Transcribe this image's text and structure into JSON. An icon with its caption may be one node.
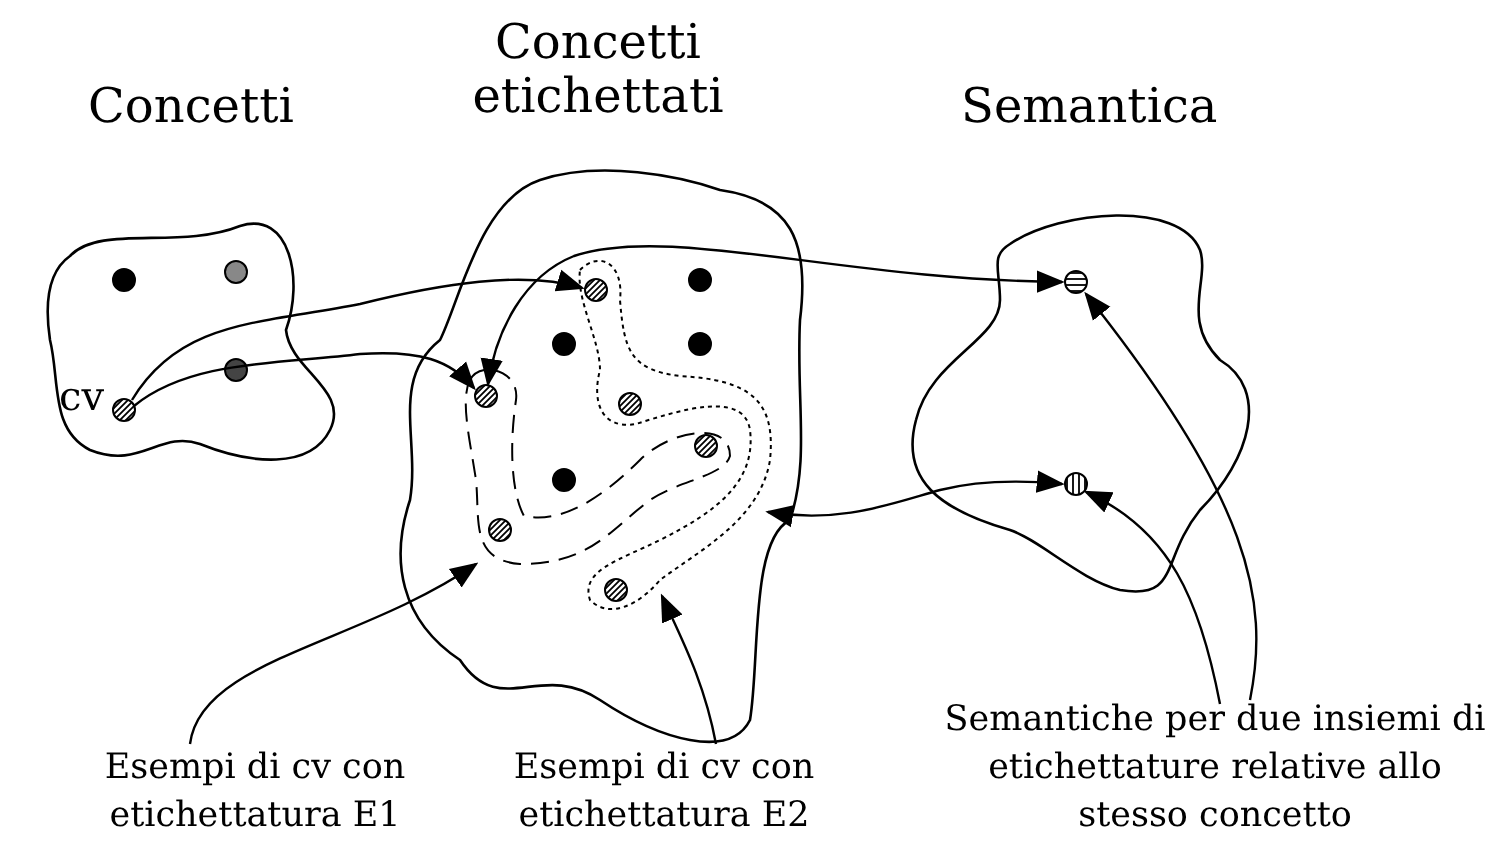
{
  "diagram": {
    "nodes": [
      {
        "text": [
          "Concetti"
        ]
      },
      {
        "text": [
          "Concetti etichettati"
        ]
      },
      {
        "text": [
          "Semantica"
        ]
      },
      {
        "text": [],
        "shape": "circle",
        "in": 0,
        "beside": [
          "cv"
        ]
      },
      {
        "text": [],
        "shape": "cloud",
        "in": 1
      },
      {
        "text": [],
        "shape": "cloud",
        "in": 1
      },
      {
        "text": [],
        "shape": "circle",
        "in": 4
      },
      {
        "text": [],
        "shape": "circle",
        "in": 5
      },
      {
        "text": [],
        "shape": "circle",
        "in": 2
      },
      {
        "text": [],
        "shape": "circle",
        "in": 2
      },
      {
        "text": [
          "Esempi di cv con etichettatura E1"
        ]
      },
      {
        "text": [
          "Esempi di cv con etichettatura E2"
        ]
      },
      {
        "text": [
          "Semantiche per due insiemi di etichettature relative allo stesso concetto"
        ]
      }
    ],
    "edges": [
      {
        "from": 3,
        "to": 7,
        "arrow": "to"
      },
      {
        "from": 3,
        "to": 6,
        "arrow": "to"
      },
      {
        "from": 6,
        "to": 8,
        "arrow": "both"
      },
      {
        "from": 1,
        "to": 9,
        "arrow": "both"
      },
      {
        "from": 10,
        "to": 4,
        "arrow": "to"
      },
      {
        "from": 11,
        "to": 5,
        "arrow": "to"
      },
      {
        "from": 12,
        "to": 8,
        "arrow": "to"
      },
      {
        "from": 12,
        "to": 9,
        "arrow": "to"
      }
    ]
  }
}
